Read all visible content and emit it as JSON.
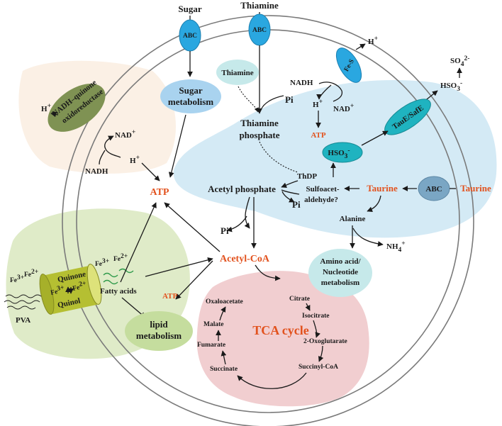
{
  "labels": {
    "sugar": "Sugar",
    "thiamine_top": "Thiamine",
    "abc": "ABC",
    "sugar_metabolism_1": "Sugar",
    "sugar_metabolism_2": "metabolism",
    "thiamine_inner": "Thiamine",
    "pi": "Pi",
    "thiamine_phosphate_1": "Thiamine",
    "thiamine_phosphate_2": "phosphate",
    "thdp": "ThDP",
    "fes": "Fe-S",
    "h_plus": "H",
    "nadh": "NADH",
    "nad_plus": "NAD",
    "atp": "ATP",
    "so4": "SO",
    "hso3": "HSO",
    "taue_safe": "TauE/SafE",
    "nadh_quinone_1": "NADH–quinone",
    "nadh_quinone_2": "oxidoreductase",
    "acetyl_phosphate": "Acetyl phosphate",
    "sulfoacet_1": "Sulfoacet-",
    "sulfoacet_2": "aldehyde?",
    "taurine": "Taurine",
    "alanine": "Alanine",
    "nh4": "NH",
    "amino_1": "Amino acid/",
    "amino_2": "Nucleotide",
    "amino_3": "metabolism",
    "acetyl_coa": "Acetyl-CoA",
    "fe3": "Fe",
    "fe2": "Fe",
    "quinone": "Quinone",
    "quinol": "Quinol",
    "pva": "PVA",
    "fatty_acids": "Fatty acids",
    "lipid_1": "lipid",
    "lipid_2": "metabolism",
    "tca_cycle": "TCA cycle",
    "citrate": "Citrate",
    "isocitrate": "Isocitrate",
    "oxoglutarate": "2-Oxoglutarate",
    "succinyl_coa": "Succinyl-CoA",
    "succinate": "Succinate",
    "fumarate": "Fumarate",
    "malate": "Malate",
    "oxaloacetate": "Oxaloacetate"
  },
  "superscripts": {
    "plus": "+",
    "three_plus": "3+",
    "two_plus": "2+",
    "minus": "-",
    "two_minus": "2-"
  },
  "subscripts": {
    "four": "4",
    "three": "3"
  },
  "colors": {
    "highlight": "#e2521e",
    "transporter_blue": "#2aa7e0",
    "taurine_region": "#cfe8f4",
    "nadh_region": "#fbeee2",
    "pva_region": "#dbe9c2",
    "tca_region": "#f0c9cb",
    "cylinder": "#b5bf32",
    "complex_olive": "#7f9253",
    "amino_bubble": "#c6e9ea",
    "lipid_bubble": "#c5dd9e"
  }
}
